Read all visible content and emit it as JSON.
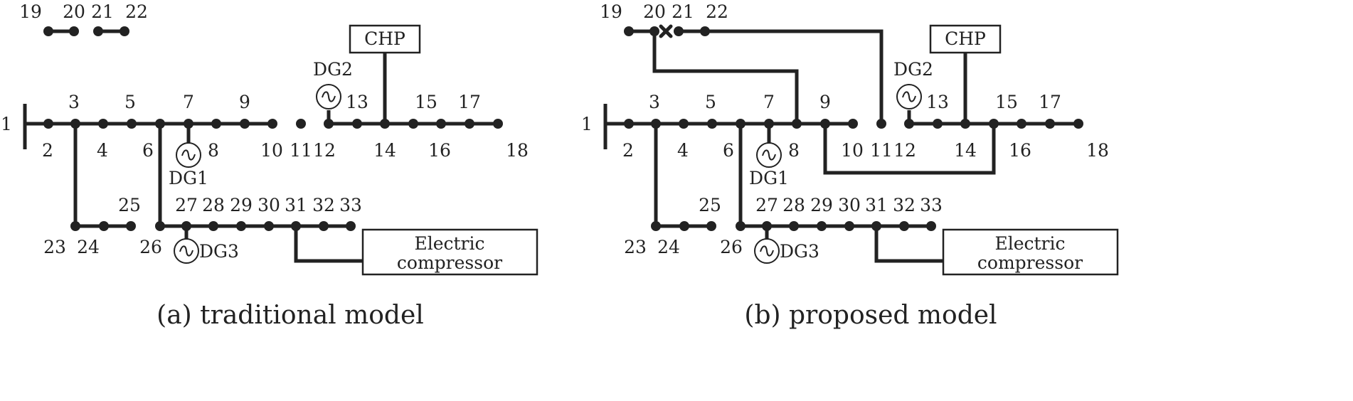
{
  "panels": [
    {
      "id": "a",
      "caption": "(a) traditional model",
      "node_labels": [
        "1",
        "2",
        "3",
        "4",
        "5",
        "6",
        "7",
        "8",
        "9",
        "10",
        "11",
        "12",
        "13",
        "14",
        "15",
        "16",
        "17",
        "18",
        "19",
        "20",
        "21",
        "22",
        "23",
        "24",
        "25",
        "26",
        "27",
        "28",
        "29",
        "30",
        "31",
        "32",
        "33"
      ],
      "boxes": {
        "chp": "CHP",
        "compressor_line1": "Electric",
        "compressor_line2": "compressor"
      },
      "generators": [
        "DG1",
        "DG2",
        "DG3"
      ],
      "tie_lines": []
    },
    {
      "id": "b",
      "caption": "(b) proposed model",
      "node_labels": [
        "1",
        "2",
        "3",
        "4",
        "5",
        "6",
        "7",
        "8",
        "9",
        "10",
        "11",
        "12",
        "13",
        "14",
        "15",
        "16",
        "17",
        "18",
        "19",
        "20",
        "21",
        "22",
        "23",
        "24",
        "25",
        "26",
        "27",
        "28",
        "29",
        "30",
        "31",
        "32",
        "33"
      ],
      "boxes": {
        "chp": "CHP",
        "compressor_line1": "Electric",
        "compressor_line2": "compressor"
      },
      "generators": [
        "DG1",
        "DG2",
        "DG3"
      ],
      "tie_lines": [
        [
          "20",
          "8"
        ],
        [
          "22",
          "11"
        ],
        [
          "9",
          "15"
        ]
      ],
      "open_switch": [
        "20",
        "21"
      ]
    }
  ]
}
